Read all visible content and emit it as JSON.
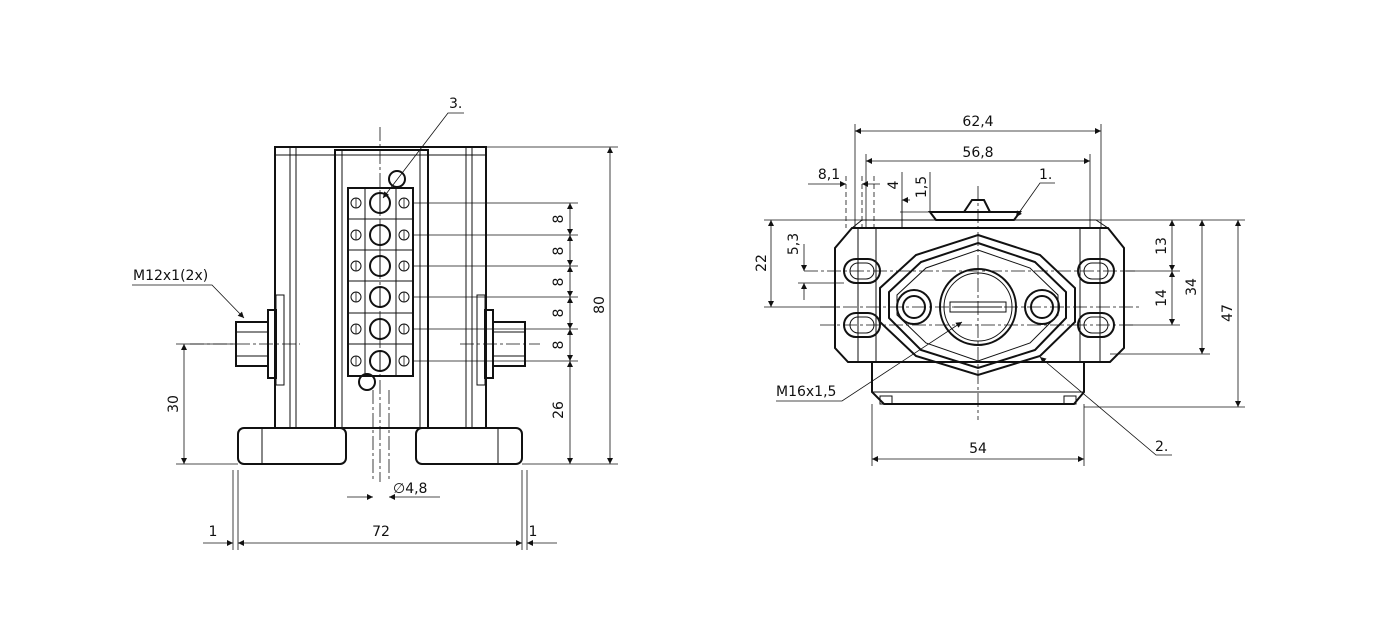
{
  "callouts": {
    "item_1": "1.",
    "item_2": "2.",
    "item_3": "3.",
    "connector_thread": "M12x1(2x)",
    "cable_gland_thread": "M16x1,5"
  },
  "front_view": {
    "dim_height_80": "80",
    "dim_pitch_1": "8",
    "dim_pitch_2": "8",
    "dim_pitch_3": "8",
    "dim_pitch_4": "8",
    "dim_pitch_5": "8",
    "dim_26": "26",
    "dim_30": "30",
    "dim_width_72": "72",
    "dim_left_1": "1",
    "dim_right_1": "1",
    "dim_hole_dia": "4,8",
    "dia_symbol": "∅"
  },
  "side_view": {
    "dim_62_4": "62,4",
    "dim_56_8": "56,8",
    "dim_8_1": "8,1",
    "dim_4": "4",
    "dim_1_5": "1,5",
    "dim_22": "22",
    "dim_5_3": "5,3",
    "dim_13": "13",
    "dim_14": "14",
    "dim_34": "34",
    "dim_47": "47",
    "dim_54": "54"
  },
  "colors": {
    "ink": "#111111",
    "paper": "#ffffff"
  }
}
